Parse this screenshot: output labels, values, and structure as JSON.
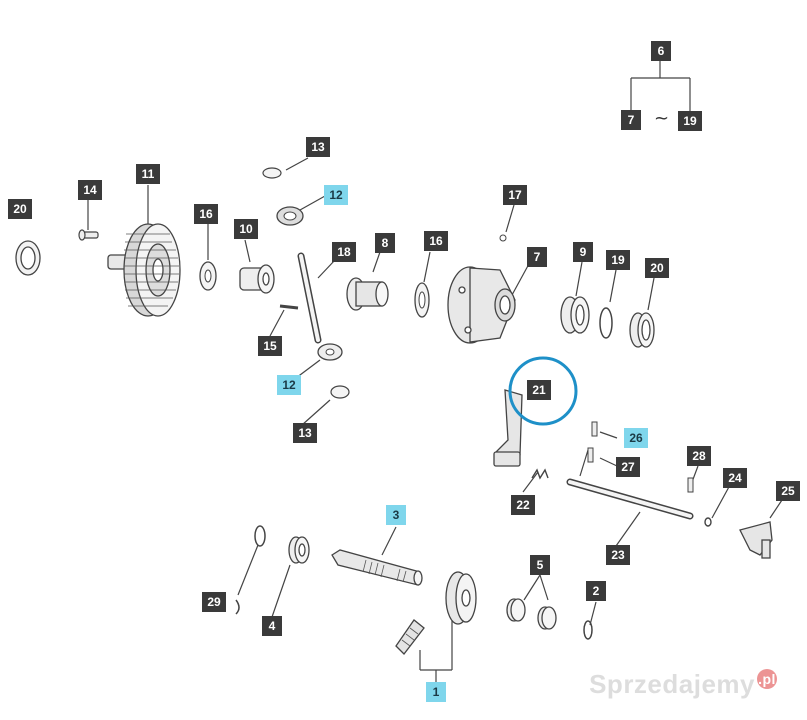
{
  "labels": {
    "l1": "1",
    "l2": "2",
    "l3": "3",
    "l4": "4",
    "l5": "5",
    "l6": "6",
    "l7a": "7",
    "l7b": "7",
    "l8": "8",
    "l9": "9",
    "l10": "10",
    "l11": "11",
    "l12a": "12",
    "l12b": "12",
    "l13a": "13",
    "l13b": "13",
    "l14": "14",
    "l15": "15",
    "l16a": "16",
    "l16b": "16",
    "l17": "17",
    "l18": "18",
    "l19a": "19",
    "l19b": "19",
    "l20a": "20",
    "l20b": "20",
    "l21": "21",
    "l22": "22",
    "l23": "23",
    "l24": "24",
    "l25": "25",
    "l26": "26",
    "l27": "27",
    "l28": "28",
    "l29": "29"
  },
  "range_symbol": "~",
  "watermark": {
    "text": "Sprzedajemy",
    "suffix": ".pl"
  },
  "colors": {
    "label_bg": "#3a3a3a",
    "label_highlight": "#7fd6ec",
    "circle": "#1e90c8"
  }
}
